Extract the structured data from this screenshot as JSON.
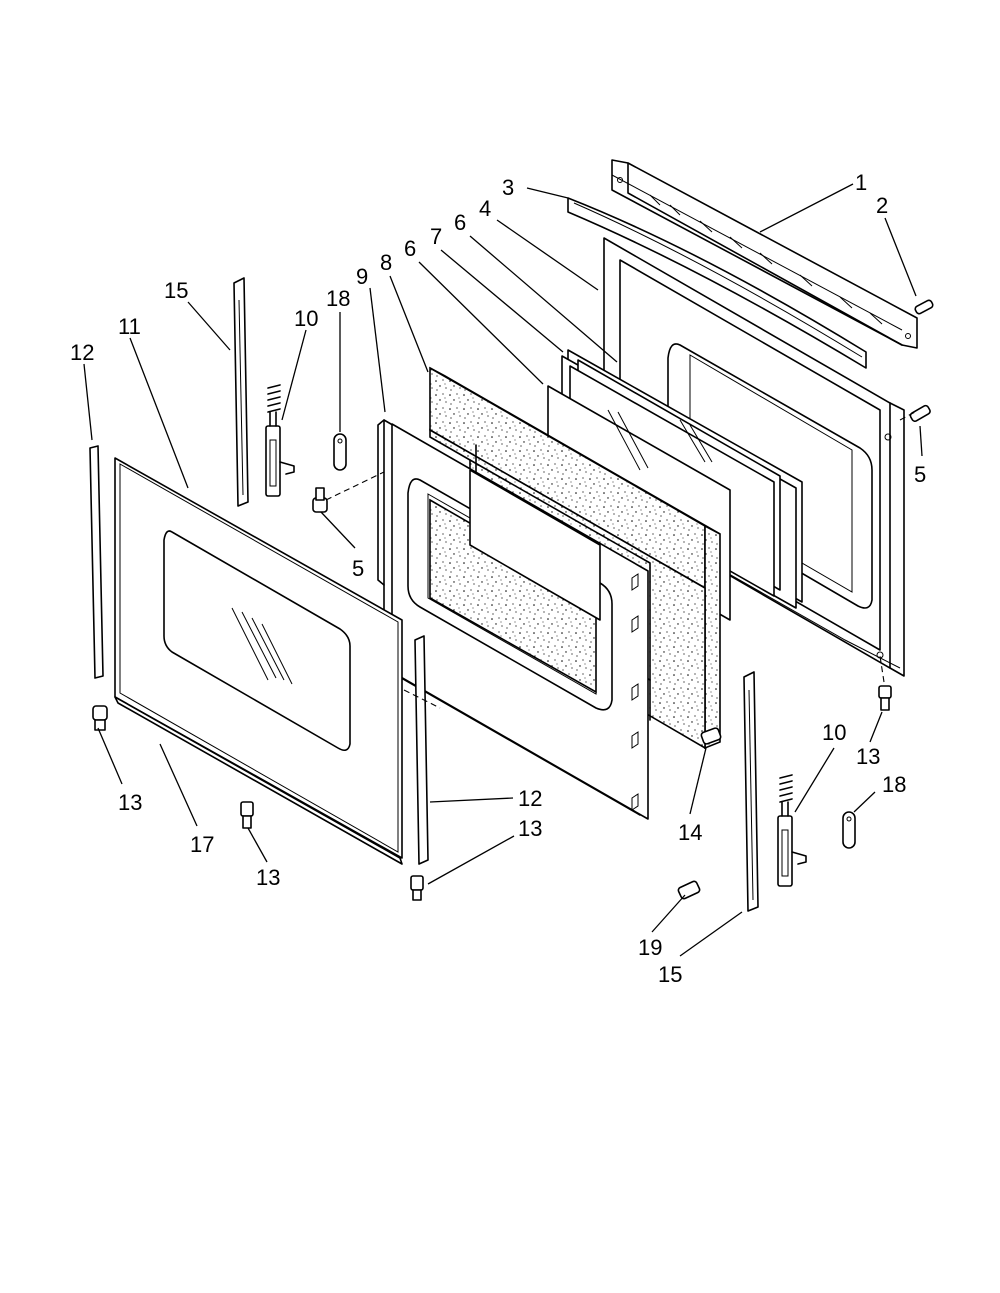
{
  "diagram": {
    "callouts": {
      "c1": "1",
      "c2": "2",
      "c3": "3",
      "c4": "4",
      "c5a": "5",
      "c5b": "5",
      "c6a": "6",
      "c6b": "6",
      "c7": "7",
      "c8": "8",
      "c9": "9",
      "c10a": "10",
      "c10b": "10",
      "c11": "11",
      "c12a": "12",
      "c12b": "12",
      "c13a": "13",
      "c13b": "13",
      "c13c": "13",
      "c13d": "13",
      "c14": "14",
      "c15a": "15",
      "c15b": "15",
      "c17": "17",
      "c18a": "18",
      "c18b": "18",
      "c19": "19"
    }
  }
}
